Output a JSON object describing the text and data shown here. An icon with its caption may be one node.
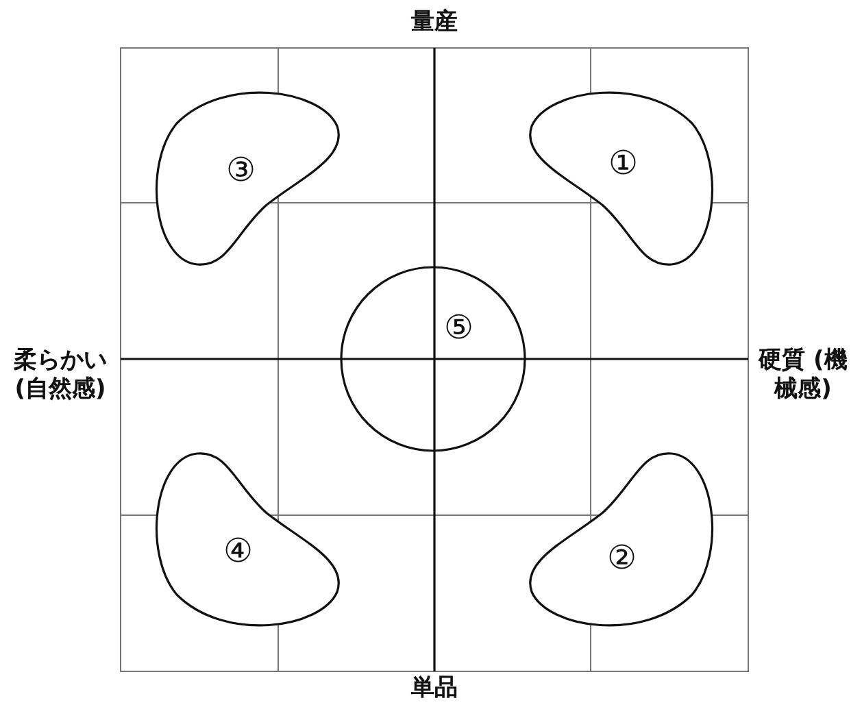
{
  "diagram": {
    "nodes": [
      {
        "text": [
          "③"
        ]
      },
      {
        "text": [
          "①"
        ]
      },
      {
        "text": [
          "⑤"
        ]
      },
      {
        "text": [
          "④"
        ]
      },
      {
        "text": [
          "②"
        ]
      }
    ],
    "labels": [
      "量産",
      "柔らかい (自然感)",
      "硬質 (機械感)",
      "単品"
    ]
  }
}
